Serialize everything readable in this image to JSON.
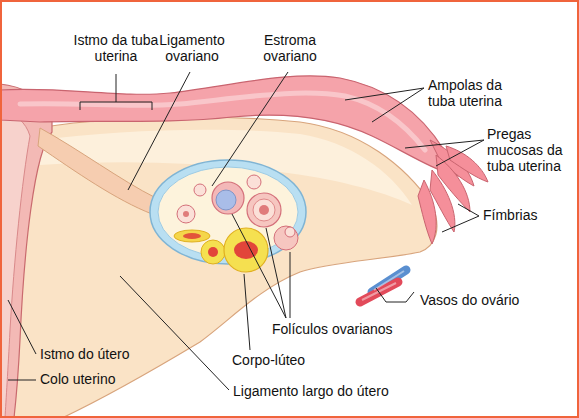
{
  "diagram": {
    "labels": [
      "Istmo da tuba uterina",
      "Ligamento ovariano",
      "Estroma ovariano",
      "Ampolas da tuba uterina",
      "Pregas mucosas da tuba uterina",
      "Fímbrias",
      "Vasos do ovário",
      "Folículos ovarianos",
      "Corpo-lúteo",
      "Istmo do útero",
      "Colo uterino",
      "Ligamento largo do útero"
    ]
  }
}
